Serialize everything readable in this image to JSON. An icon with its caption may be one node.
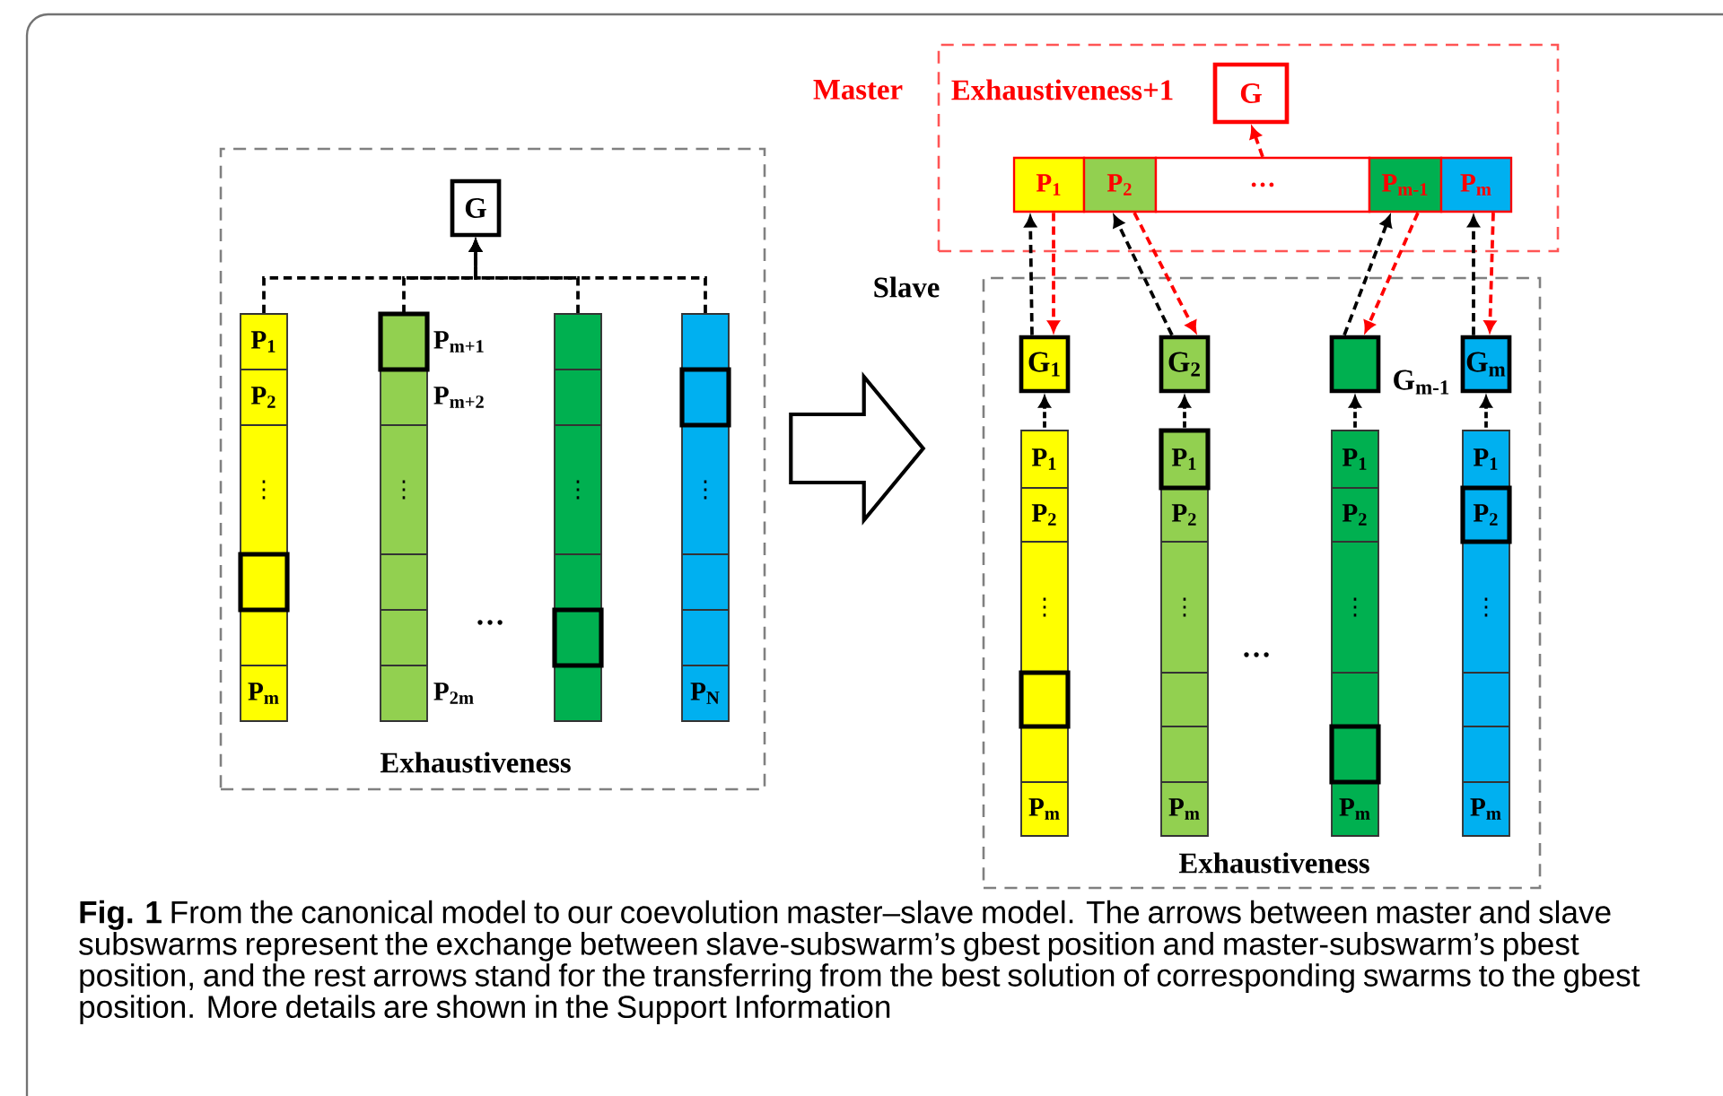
{
  "diagram": {
    "caption": "**Fig. 1** From the canonical model to our coevolution master–slave model. The arrows between master and slave subswarms represent the exchange between slave-subswarm’s gbest position and master-subswarm’s pbest position, and the rest arrows stand for the transferring from the best solution of corresponding swarms to the gbest position. More details are shown in the Support Information",
    "nodes": [
      {
        "text": [
          "Exhaustiveness"
        ]
      },
      {
        "text": [
          "G"
        ],
        "in": 0
      },
      {
        "text": [
          "P$_{1}$",
          "P$_{2}$",
          "⋮",
          "P$_{m}$"
        ],
        "in": 0
      },
      {
        "text": [
          "⋮"
        ],
        "beside": [
          "P$_{m+1}$",
          "P$_{m+2}$",
          "P$_{2m}$"
        ],
        "in": 0
      },
      {
        "text": [
          "⋮"
        ],
        "in": 0
      },
      {
        "text": [
          "⋮",
          "P$_{N}$"
        ],
        "in": 0
      },
      {
        "text": [
          "Master",
          "Exhaustiveness+1"
        ]
      },
      {
        "text": [
          "G"
        ],
        "in": 6
      },
      {
        "text": [
          "P$_{1}$"
        ],
        "in": 6
      },
      {
        "text": [
          "P$_{2}$"
        ],
        "in": 6
      },
      {
        "text": [
          "…"
        ],
        "in": 6
      },
      {
        "text": [
          "P$_{m-1}$"
        ],
        "in": 6
      },
      {
        "text": [
          "P$_{m}$"
        ],
        "in": 6
      },
      {
        "text": [
          "Slave",
          "Exhaustiveness"
        ]
      },
      {
        "text": [
          "G$_{1}$"
        ],
        "in": 13
      },
      {
        "text": [
          "G$_{2}$"
        ],
        "in": 13
      },
      {
        "text": [],
        "shape": "box",
        "beside": [
          "G$_{m-1}$"
        ],
        "in": 13
      },
      {
        "text": [
          "G$_{m}$"
        ],
        "in": 13
      },
      {
        "text": [
          "P$_{1}$",
          "P$_{2}$",
          "⋮",
          "P$_{m}$"
        ],
        "in": 13
      },
      {
        "text": [
          "P$_{1}$",
          "P$_{2}$",
          "⋮",
          "P$_{m}$"
        ],
        "in": 13
      },
      {
        "text": [
          "P$_{1}$",
          "P$_{2}$",
          "⋮",
          "P$_{m}$"
        ],
        "in": 13
      },
      {
        "text": [
          "P$_{1}$",
          "P$_{2}$",
          "⋮",
          "P$_{m}$"
        ],
        "in": 13
      }
    ],
    "edges": [
      {
        "from": 2,
        "to": 1,
        "arrow": "to",
        "style": "dashed"
      },
      {
        "from": 3,
        "to": 1,
        "arrow": "to",
        "style": "dashed"
      },
      {
        "from": 4,
        "to": 1,
        "arrow": "to",
        "style": "dashed"
      },
      {
        "from": 5,
        "to": 1,
        "arrow": "to",
        "style": "dashed"
      },
      {
        "from": 10,
        "to": 7,
        "arrow": "to",
        "style": "dashed",
        "color": "#ff0000"
      },
      {
        "from": 14,
        "to": 8,
        "arrow": "to",
        "style": "dashed"
      },
      {
        "from": 8,
        "to": 14,
        "arrow": "to",
        "style": "dashed",
        "color": "#ff0000"
      },
      {
        "from": 15,
        "to": 9,
        "arrow": "to",
        "style": "dashed"
      },
      {
        "from": 9,
        "to": 15,
        "arrow": "to",
        "style": "dashed",
        "color": "#ff0000"
      },
      {
        "from": 16,
        "to": 11,
        "arrow": "to",
        "style": "dashed"
      },
      {
        "from": 11,
        "to": 16,
        "arrow": "to",
        "style": "dashed",
        "color": "#ff0000"
      },
      {
        "from": 17,
        "to": 12,
        "arrow": "to",
        "style": "dashed"
      },
      {
        "from": 12,
        "to": 17,
        "arrow": "to",
        "style": "dashed",
        "color": "#ff0000"
      },
      {
        "from": 18,
        "to": 14,
        "arrow": "to",
        "style": "dashed"
      },
      {
        "from": 19,
        "to": 15,
        "arrow": "to",
        "style": "dashed"
      },
      {
        "from": 20,
        "to": 16,
        "arrow": "to",
        "style": "dashed"
      },
      {
        "from": 21,
        "to": 17,
        "arrow": "to",
        "style": "dashed"
      },
      {
        "from": 0,
        "to": 13,
        "arrow": "to",
        "style": "thick"
      }
    ],
    "labels": [
      "…",
      "…"
    ]
  }
}
